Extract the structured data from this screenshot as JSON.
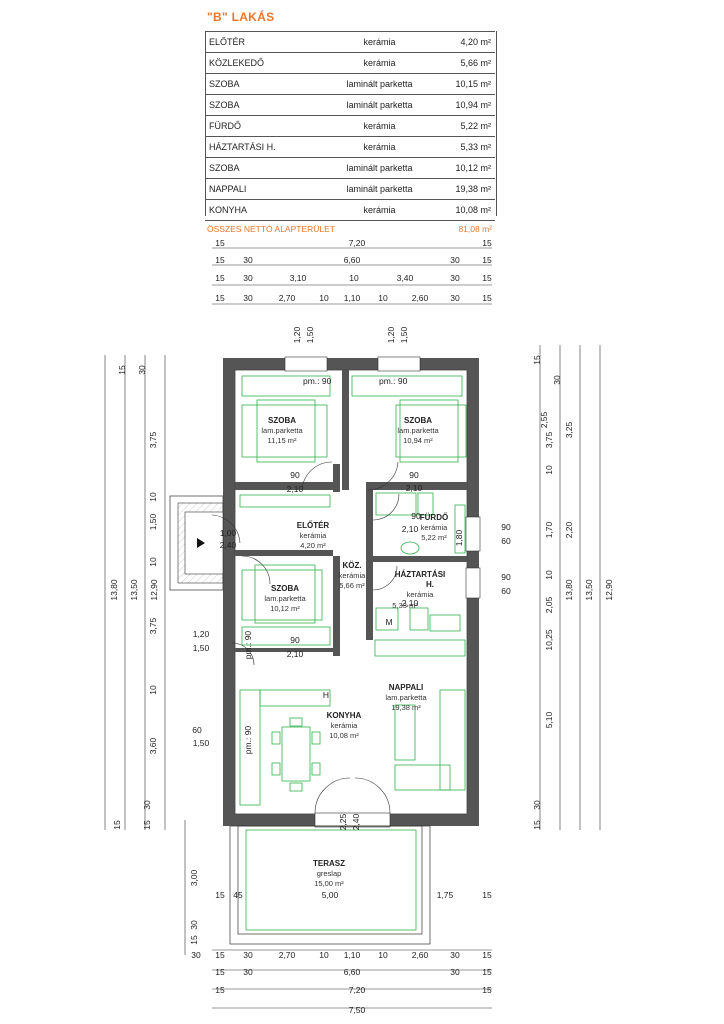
{
  "title": "\"B\" LAKÁS",
  "rooms": [
    {
      "name": "ELŐTÉR",
      "material": "kerámia",
      "area": "4,20 m²"
    },
    {
      "name": "KÖZLEKEDŐ",
      "material": "kerámia",
      "area": "5,66 m²"
    },
    {
      "name": "SZOBA",
      "material": "laminált parketta",
      "area": "10,15 m²"
    },
    {
      "name": "SZOBA",
      "material": "laminált parketta",
      "area": "10,94 m²"
    },
    {
      "name": "FÜRDŐ",
      "material": "kerámia",
      "area": "5,22 m²"
    },
    {
      "name": "HÁZTARTÁSI H.",
      "material": "kerámia",
      "area": "5,33 m²"
    },
    {
      "name": "SZOBA",
      "material": "laminált parketta",
      "area": "10,12 m²"
    },
    {
      "name": "NAPPALI",
      "material": "laminált parketta",
      "area": "19,38 m²"
    },
    {
      "name": "KONYHA",
      "material": "kerámia",
      "area": "10,08 m²"
    }
  ],
  "total": {
    "label": "ÖSSZES NETTÓ ALAPTERÜLET",
    "value": "81,08 m²"
  },
  "plan_labels": {
    "szoba1": {
      "name": "SZOBA",
      "sub": "lam.parketta",
      "area": "11,15 m²"
    },
    "szoba2": {
      "name": "SZOBA",
      "sub": "lam.parketta",
      "area": "10,94 m²"
    },
    "eloter": {
      "name": "ELŐTÉR",
      "sub": "kerámia",
      "area": "4,20 m²"
    },
    "kozl": {
      "name": "KÖZ.",
      "sub": "kerámia",
      "area": "5,66 m²"
    },
    "furdo": {
      "name": "FÜRDŐ",
      "sub": "kerámia",
      "area": "5,22 m²"
    },
    "haztartasi": {
      "name": "HÁZTARTÁSI",
      "name2": "H.",
      "sub": "kerámia",
      "area": "5,33 m²"
    },
    "szoba3": {
      "name": "SZOBA",
      "sub": "lam.parketta",
      "area": "10,12 m²"
    },
    "nappali": {
      "name": "NAPPALI",
      "sub": "lam.parketta",
      "area": "19,38 m²"
    },
    "konyha": {
      "name": "KONYHA",
      "sub": "kerámia",
      "area": "10,08 m²"
    },
    "terasz": {
      "name": "TERASZ",
      "sub": "greslap",
      "area": "15,00 m²"
    }
  },
  "opening_labels": {
    "pm90": "pm.: 90",
    "d90": "90",
    "d210": "2,10",
    "d100": "1,00",
    "d240": "2,40",
    "d120": "1,20",
    "d150": "1,50",
    "d60": "60",
    "d180": "1,80",
    "d225": "2,25",
    "m": "M",
    "h": "H"
  },
  "dimension_lines": {
    "top1": [
      "15",
      "7,20",
      "15"
    ],
    "top2": [
      "15",
      "30",
      "6,60",
      "30",
      "15"
    ],
    "top3": [
      "15",
      "30",
      "3,10",
      "10",
      "3,40",
      "30",
      "15"
    ],
    "top4": [
      "15",
      "30",
      "2,70",
      "10",
      "1,10",
      "10",
      "2,60",
      "30",
      "15"
    ],
    "bottom1": [
      "30",
      "15",
      "30",
      "2,70",
      "10",
      "1,10",
      "10",
      "2,60",
      "30",
      "15"
    ],
    "bottom2": [
      "15",
      "30",
      "6,60",
      "30",
      "15"
    ],
    "bottom3": [
      "15",
      "7,20",
      "15"
    ],
    "bottom4": "7,50",
    "terasz_dims": [
      "15",
      "45",
      "5,00",
      "1,75",
      "15"
    ],
    "left_outer": [
      "13,80",
      "13,50",
      "12,90"
    ],
    "left_segments": [
      "15",
      "30",
      "3,75",
      "10",
      "1,50",
      "10",
      "3,75",
      "10",
      "3,60",
      "30",
      "15",
      "15",
      "3,00",
      "30",
      "15"
    ],
    "right_outer": [
      "13,80",
      "13,50",
      "12,90",
      "10,25"
    ],
    "right_segments": [
      "15",
      "30",
      "2,55",
      "3,75",
      "3,25",
      "10",
      "1,70",
      "2,20",
      "10",
      "2,05",
      "5,10",
      "30",
      "15"
    ]
  }
}
